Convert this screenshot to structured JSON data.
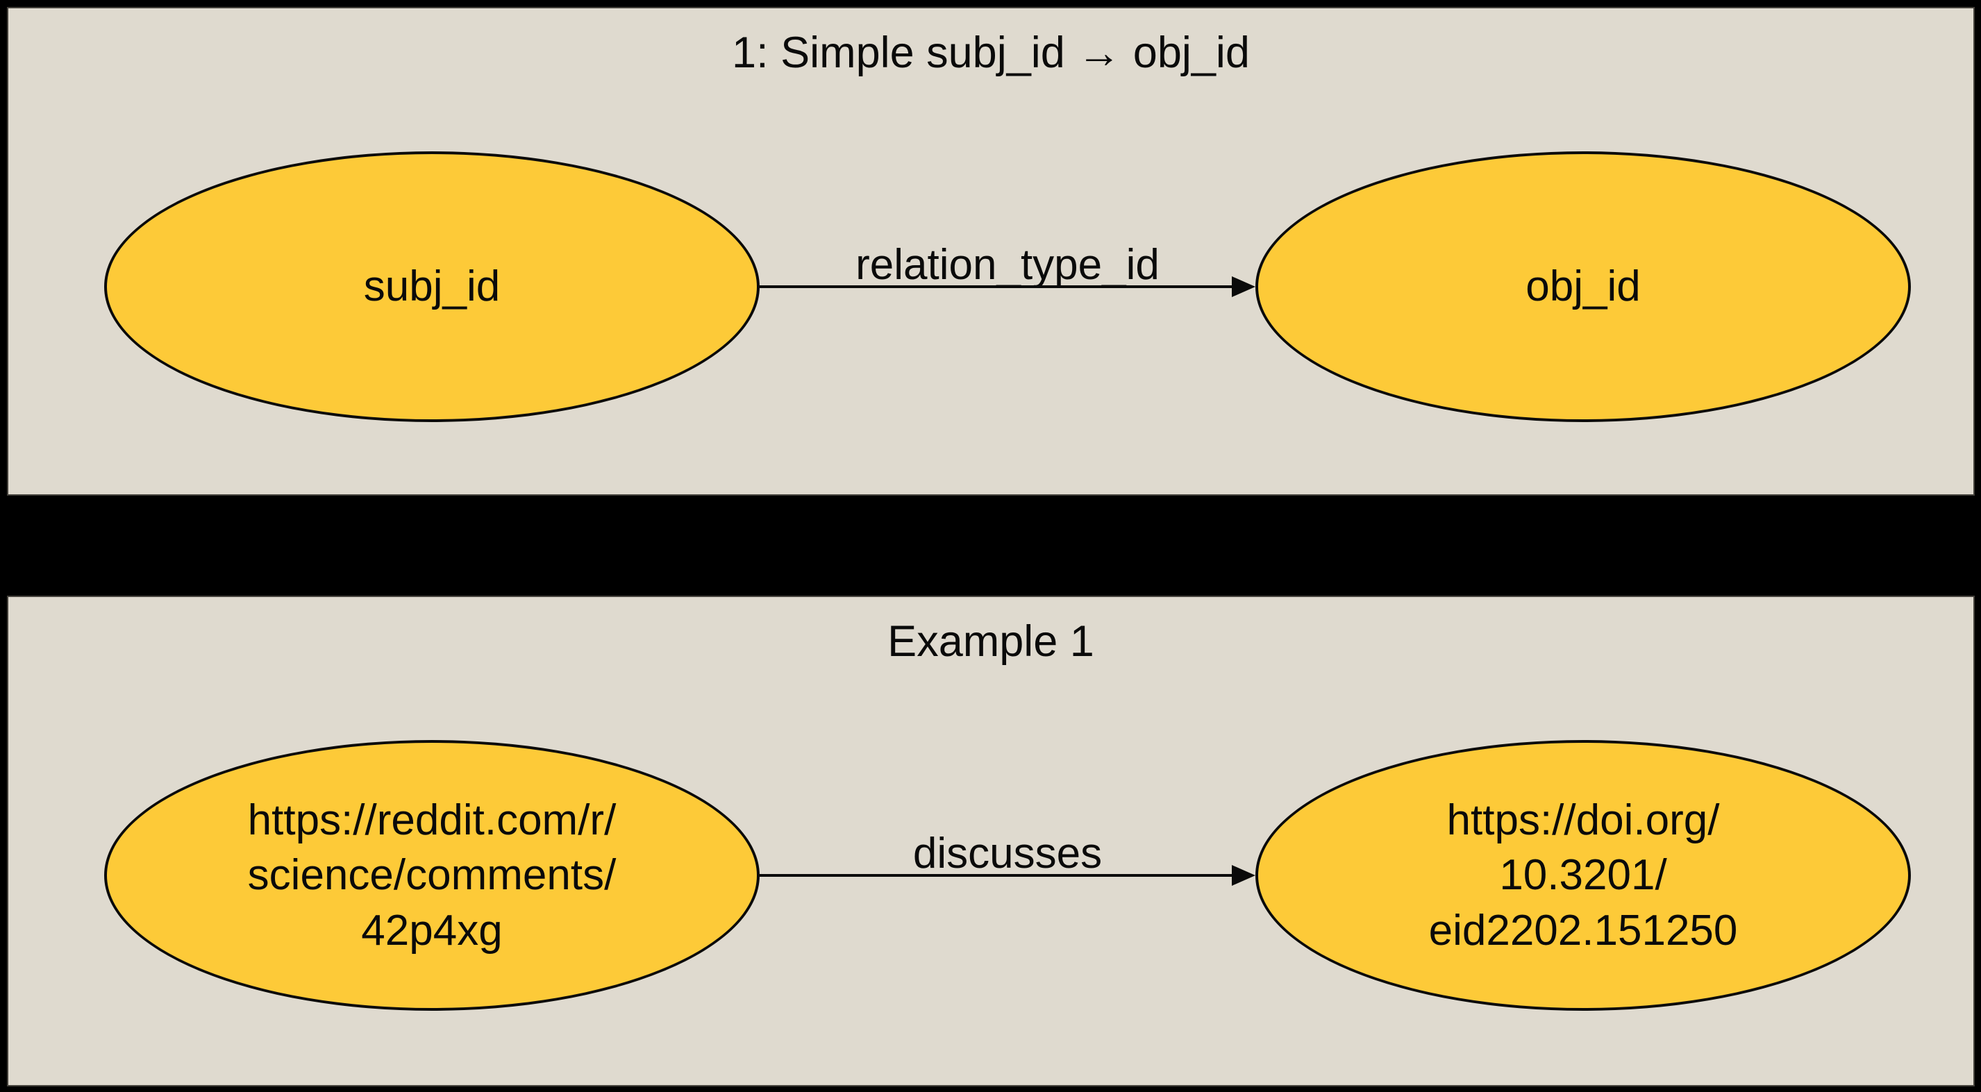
{
  "colors": {
    "canvas_bg": "#000000",
    "panel_bg": "#dfdacf",
    "panel_border": "#45423c",
    "node_fill": "#fdca38",
    "stroke": "#0a0a0a",
    "text": "#0a0a0a"
  },
  "panels": [
    {
      "title": "1: Simple subj_id → obj_id",
      "subject_lines": [
        "subj_id"
      ],
      "relation_label": "relation_type_id",
      "object_lines": [
        "obj_id"
      ]
    },
    {
      "title": "Example 1",
      "subject_lines": [
        "https://reddit.com/r/",
        "science/comments/",
        "42p4xg"
      ],
      "relation_label": "discusses",
      "object_lines": [
        "https://doi.org/",
        "10.3201/",
        "eid2202.151250"
      ]
    }
  ]
}
